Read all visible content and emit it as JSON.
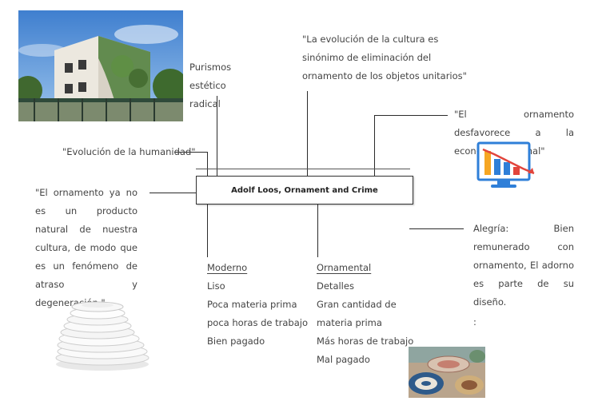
{
  "central_topic": "Adolf Loos, Ornament and Crime",
  "nodes": {
    "purismos": [
      "Purismos",
      "estético",
      "radical"
    ],
    "quote_evolucion_cultura": "\"La evolución de la cultura es sinónimo de eliminación del ornamento de los objetos unitarios\"",
    "quote_economia": "\"El ornamento desfavorece a la economía nacional\"",
    "quote_humanidad": "\"Evolución de la humanidad\"",
    "quote_producto": "\"El ornamento ya no es un producto natural de nuestra cultura, de modo que es un fenómeno de atraso y degeneración \"",
    "alegria": "Alegría: Bien remunerado con ornamento, El adorno es parte de su diseño.",
    "colon": ":"
  },
  "moderno": {
    "heading": "Moderno",
    "items": [
      "Liso",
      "Poca materia prima",
      "poca horas de trabajo",
      "Bien pagado"
    ]
  },
  "ornamental": {
    "heading": "Ornamental",
    "items": [
      "Detalles",
      "Gran cantidad de materia prima",
      "Más horas de trabajo",
      "Mal pagado"
    ]
  },
  "colors": {
    "sky": "#4f8fd6",
    "chart_blue": "#2f7fd8",
    "chart_orange": "#f6a623",
    "chart_red": "#e2453c",
    "line": "#2b2b2b"
  },
  "icons": [
    "building-photo",
    "bar-chart-decline-icon",
    "plate-stack-photo",
    "ceramic-plates-photo"
  ]
}
